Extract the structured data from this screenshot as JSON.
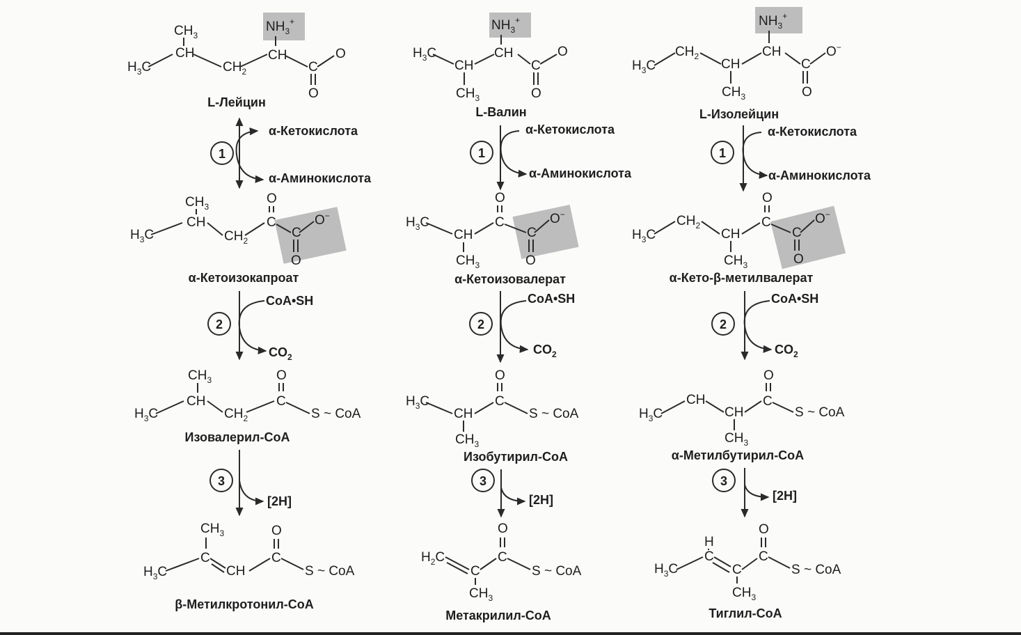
{
  "names": {
    "leu": "L-Лейцин",
    "val": "L-Валин",
    "ile": "L-Изолейцин",
    "kic": "α-Кетоизокапроат",
    "kiv": "α-Кетоизовалерат",
    "kmv": "α-Кето-β-метилвалерат",
    "ivcoa": "Изовалерил-CoA",
    "ibcoa": "Изобутирил-CoA",
    "mbcoa": "α-Метилбутирил-CoA",
    "mccoa": "β-Метилкротонил-CoA",
    "macoa": "Метакрилил-CoA",
    "tgcoa": "Тиглил-CoA"
  },
  "reagents": {
    "keto_acid": "α-Кетокислота",
    "amino_acid": "α-Аминокислота",
    "coash": "CoA•SH",
    "co2": "CO",
    "co2_sub": "2",
    "h2": "[2H]"
  },
  "steps": [
    "1",
    "2",
    "3"
  ],
  "atoms": {
    "nh3": "NH",
    "nh3_sub": "3",
    "charge_plus": "+",
    "charge_minus": "−",
    "ch3": "CH",
    "ch3_sub": "3",
    "h3c": "H",
    "h3c_sub": "3",
    "c": "C",
    "ch": "CH",
    "ch2": "CH",
    "ch2_sub": "2",
    "h2c": "H",
    "h2c_sub": "2",
    "o": "O",
    "h": "H",
    "scoa": "S ~ CoA"
  },
  "colors": {
    "highlight": "#a8a8a8",
    "ink": "#1e1e1e"
  }
}
